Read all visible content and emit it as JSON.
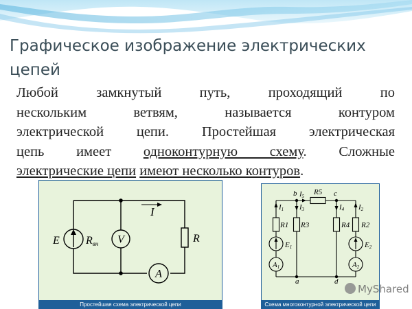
{
  "slide": {
    "title": "Графическое изображение электрических цепей",
    "body": {
      "line1": "Любой замкнутый путь, проходящий по",
      "line2": "нескольким ветвям, называется контуром",
      "line3": "электрической цепи. Простейшая электрическая",
      "line4_pre": "цепь имеет ",
      "line4_link": "одноконтурную схему",
      "line4_post": ". Сложные",
      "line5_link1": "электрические цепи",
      "line5_mid": " ",
      "line5_link2": "имеют несколько контуров",
      "line5_post": "."
    }
  },
  "figure_left": {
    "caption": "Простейшая схема электрической цепи",
    "labels": {
      "current": "I",
      "source": "E",
      "internal_resistance_base": "R",
      "internal_resistance_sub": "вн",
      "voltmeter": "V",
      "ammeter": "A",
      "resistor": "R"
    }
  },
  "figure_right": {
    "caption": "Схема многоконтурной электрической цепи",
    "labels": {
      "node_b": "b",
      "node_c": "c",
      "node_a": "a",
      "node_d": "d",
      "I5_base": "I",
      "I5_sub": "5",
      "R5": "R5",
      "I1_base": "I",
      "I1_sub": "1",
      "I3_base": "I",
      "I3_sub": "3",
      "I4_base": "I",
      "I4_sub": "4",
      "I2_base": "I",
      "I2_sub": "2",
      "R1": "R1",
      "R3": "R3",
      "R4": "R4",
      "R2": "R2",
      "E1_base": "E",
      "E1_sub": "1",
      "E2_base": "E",
      "E2_sub": "2",
      "A1_base": "A",
      "A1_sub": "1",
      "A2_base": "A",
      "A2_sub": "2"
    }
  },
  "watermark": {
    "text": "MyShared"
  },
  "colors": {
    "figure_bg": "#e8f3dc",
    "figure_border": "#1f5f99",
    "caption_bar": "#1f5f99",
    "title_text": "#3b4e58",
    "wave": "#7fc6e8"
  }
}
